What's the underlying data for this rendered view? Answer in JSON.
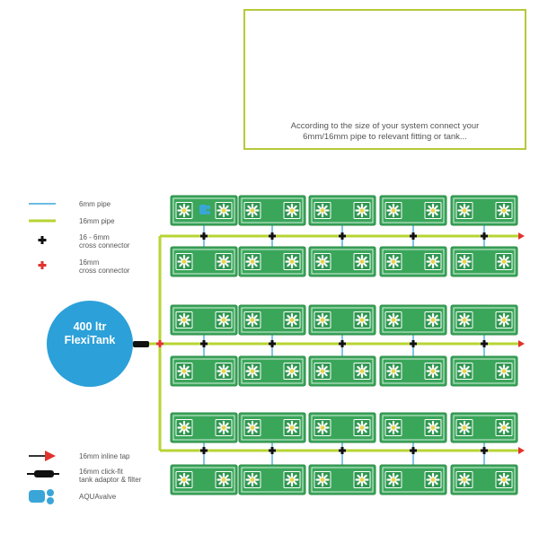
{
  "caption": {
    "line1": "According to the size of your system connect your",
    "line2": "6mm/16mm pipe to relevant fitting or tank..."
  },
  "legend": [
    {
      "key": "pipe6",
      "label": "6mm pipe"
    },
    {
      "key": "pipe16",
      "label": "16mm pipe"
    },
    {
      "key": "cross16_6",
      "label": "16 - 6mm cross connector"
    },
    {
      "key": "cross16",
      "label": "16mm cross connector"
    },
    {
      "key": "inline_tap",
      "label": "16mm inline tap"
    },
    {
      "key": "click_fit",
      "label": "16mm click-fit tank adaptor & filter"
    },
    {
      "key": "aquavalve",
      "label": "AQUAvalve"
    }
  ],
  "legend_text": {
    "pipe6": "6mm pipe",
    "pipe16": "16mm pipe",
    "cross16_6_a": "16 - 6mm",
    "cross16_6_b": "cross connector",
    "cross16_a": "16mm",
    "cross16_b": "cross connector",
    "inline_tap": "16mm inline tap",
    "click_fit_a": "16mm click-fit",
    "click_fit_b": "tank adaptor & filter",
    "aquavalve": "AQUAvalve"
  },
  "tank": {
    "line1": "400 ltr",
    "line2": "FlexiTank"
  },
  "colors": {
    "pipe16": "#b7d433",
    "pipe6": "#3aa6d8",
    "tank": "#2ca0d9",
    "tray": "#3aa65a",
    "tray_border": "#2b8a45",
    "tap": "#e0332e",
    "panel_border": "#b6c93a"
  },
  "icons": [
    "aquavalve-icon",
    "flower-icon",
    "cross-connector-icon",
    "inline-tap-icon",
    "click-fit-adaptor-icon"
  ]
}
